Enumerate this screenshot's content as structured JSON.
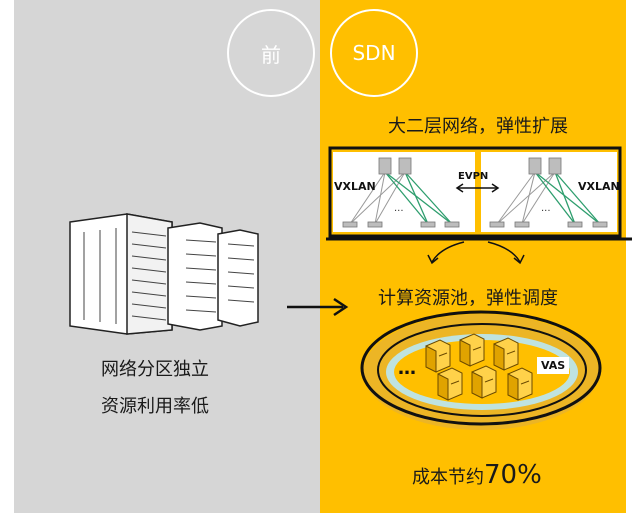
{
  "before_circle": {
    "label": "前"
  },
  "sdn_circle": {
    "label": "SDN"
  },
  "left_panel": {
    "line1": "网络分区独立",
    "line2": "资源利用率低"
  },
  "right_panel": {
    "heading_l2": "大二层网络，弹性扩展",
    "vxlan_left": "VXLAN",
    "vxlan_right": "VXLAN",
    "evpn": "EVPN",
    "heading_pool": "计算资源池，弹性调度",
    "vas": "VAS",
    "pool_dots": "…",
    "savings_prefix": "成本节约",
    "savings_value": "70%"
  },
  "colors": {
    "left_bg": "#d6d6d6",
    "right_bg": "#ffbf00",
    "network_link_green": "#2e9e6e",
    "pool_ring": "#bfe3e0"
  }
}
